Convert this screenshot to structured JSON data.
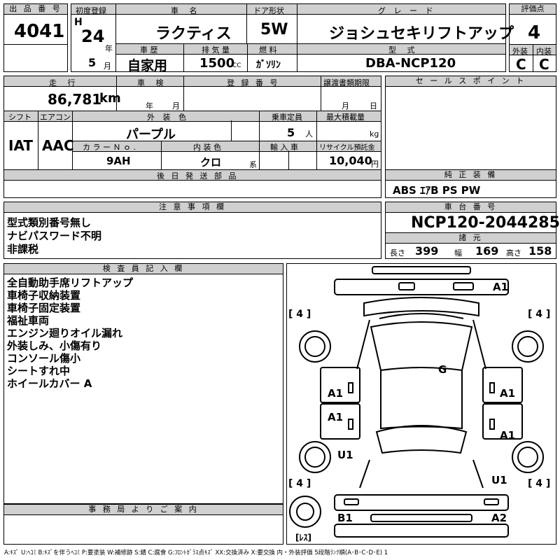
{
  "row1": {
    "lot_label": "出 品 番 号",
    "lot": "4041",
    "reg_label": "初度登録",
    "era": "H",
    "year": "24",
    "year_unit": "年",
    "month": "5",
    "month_unit": "月",
    "name_label": "車 名",
    "name": "ラクティス",
    "door_label": "ドア形状",
    "door": "5W",
    "grade_label": "グ レ ー ド",
    "grade": "ジョシュセキリフトアップ",
    "score_label": "評価点",
    "score": "4",
    "ext_label": "外装",
    "ext": "C",
    "int_label": "内装",
    "int": "C",
    "history_label": "車 歴",
    "history": "自家用",
    "cc_label": "排 気 量",
    "cc": "1500",
    "cc_unit": "CC",
    "fuel_label": "燃 料",
    "fuel": "ｶﾞｿﾘﾝ",
    "model_label": "型 式",
    "model": "DBA-NCP120"
  },
  "row2": {
    "mileage_label": "走 行",
    "mileage": "86,781",
    "mileage_unit": "km",
    "inspection_label": "車 検",
    "insp_year": "年",
    "insp_month": "月",
    "regno_label": "登 録 番 号",
    "transfer_label": "譲渡書類期限",
    "transfer_month": "月",
    "transfer_day": "日",
    "sales_label": "セ ー ル ス ポ イ ン ト",
    "shift_label": "シフト",
    "shift": "IAT",
    "ac_label": "エアコン",
    "ac": "AAC",
    "color_label": "外 装 色",
    "color": "パープル",
    "capacity_label": "乗車定員",
    "capacity": "5",
    "capacity_unit": "人",
    "load_label": "最大積載量",
    "load_unit": "kg",
    "colorno_label": "カ ラ ー Ｎ ｏ .",
    "colorno": "9AH",
    "interior_label": "内 装 色",
    "interior": "クロ",
    "interior_unit": "系",
    "import_label": "輸 入 車",
    "recycle_label": "リサイクル預託金",
    "recycle": "10,040",
    "recycle_unit": "円",
    "later_label": "後 日 発 送 部 品",
    "equip_label": "純 正 装 備",
    "equip": "ABS ｴｱB PS PW"
  },
  "notes": {
    "label": "注 意 事 項 欄",
    "lines": [
      "型式類別番号無し",
      "ナビパスワード不明",
      "非課税"
    ]
  },
  "chassis": {
    "label": "車 台 番 号",
    "value": "NCP120-2044285",
    "spec_label": "諸 元",
    "len_label": "長さ",
    "len": "399",
    "width_label": "幅",
    "width": "169",
    "height_label": "高さ",
    "height": "158"
  },
  "inspector": {
    "label": "検 査 員 記 入 欄",
    "lines": [
      "全自動助手席リフトアップ",
      "車椅子収納装置",
      "車椅子固定装置",
      "福祉車両",
      "エンジン廻りオイル漏れ",
      "外装しみ、小傷有り",
      "コンソール傷小",
      "シートすれ中",
      "ホイールカバー A"
    ]
  },
  "office_label": "事 務 局 よ り ご 案 内",
  "legend": "A:ｷｽﾞ U:ﾍｺﾐ B:ｷｽﾞを伴うﾍｺﾐ P:要塗装 W:補修跡 S:錆 C:腐食 G:ﾌﾛﾝﾄｶﾞﾗｽ点ｷｽﾞ XX:交換済み X:要交換 内・外装評価 5段階ﾗﾝｸ順(A･B･C･D･E) 1",
  "diagram": {
    "tires": [
      "[ 4 ]",
      "[ 4 ]",
      "[ 4 ]",
      "[ 4 ]"
    ],
    "spare": "[ﾚｽ]",
    "damage": [
      "A1",
      "G",
      "A1",
      "A1",
      "A1",
      "A1",
      "U1",
      "U1",
      "B1",
      "A2"
    ]
  }
}
